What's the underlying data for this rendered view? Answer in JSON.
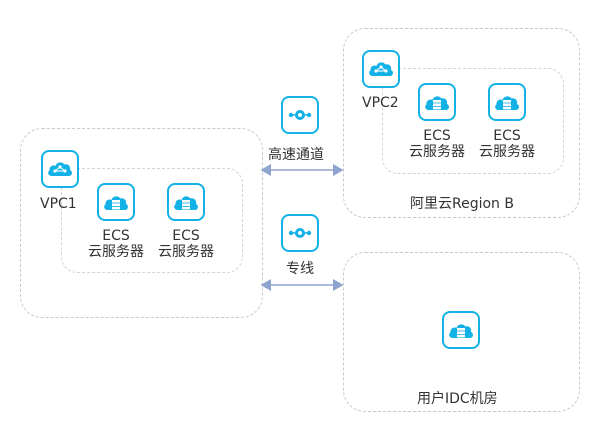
{
  "vpc1": {
    "label": "VPC1",
    "ecs": [
      {
        "line1": "ECS",
        "line2": "云服务器"
      },
      {
        "line1": "ECS",
        "line2": "云服务器"
      }
    ]
  },
  "vpc2": {
    "label": "VPC2",
    "ecs": [
      {
        "line1": "ECS",
        "line2": "云服务器"
      },
      {
        "line1": "ECS",
        "line2": "云服务器"
      }
    ]
  },
  "region_b": {
    "label": "阿里云Region B"
  },
  "idc": {
    "label": "用户IDC机房"
  },
  "links": {
    "express": "高速通道",
    "line": "专线"
  },
  "colors": {
    "accent": "#12b1e6",
    "arrow": "#8fa3cf",
    "dash": "#c9c9c9"
  },
  "icons": {
    "vpc": "cloud-network-icon",
    "ecs": "cloud-server-icon",
    "link": "connection-node-icon"
  }
}
